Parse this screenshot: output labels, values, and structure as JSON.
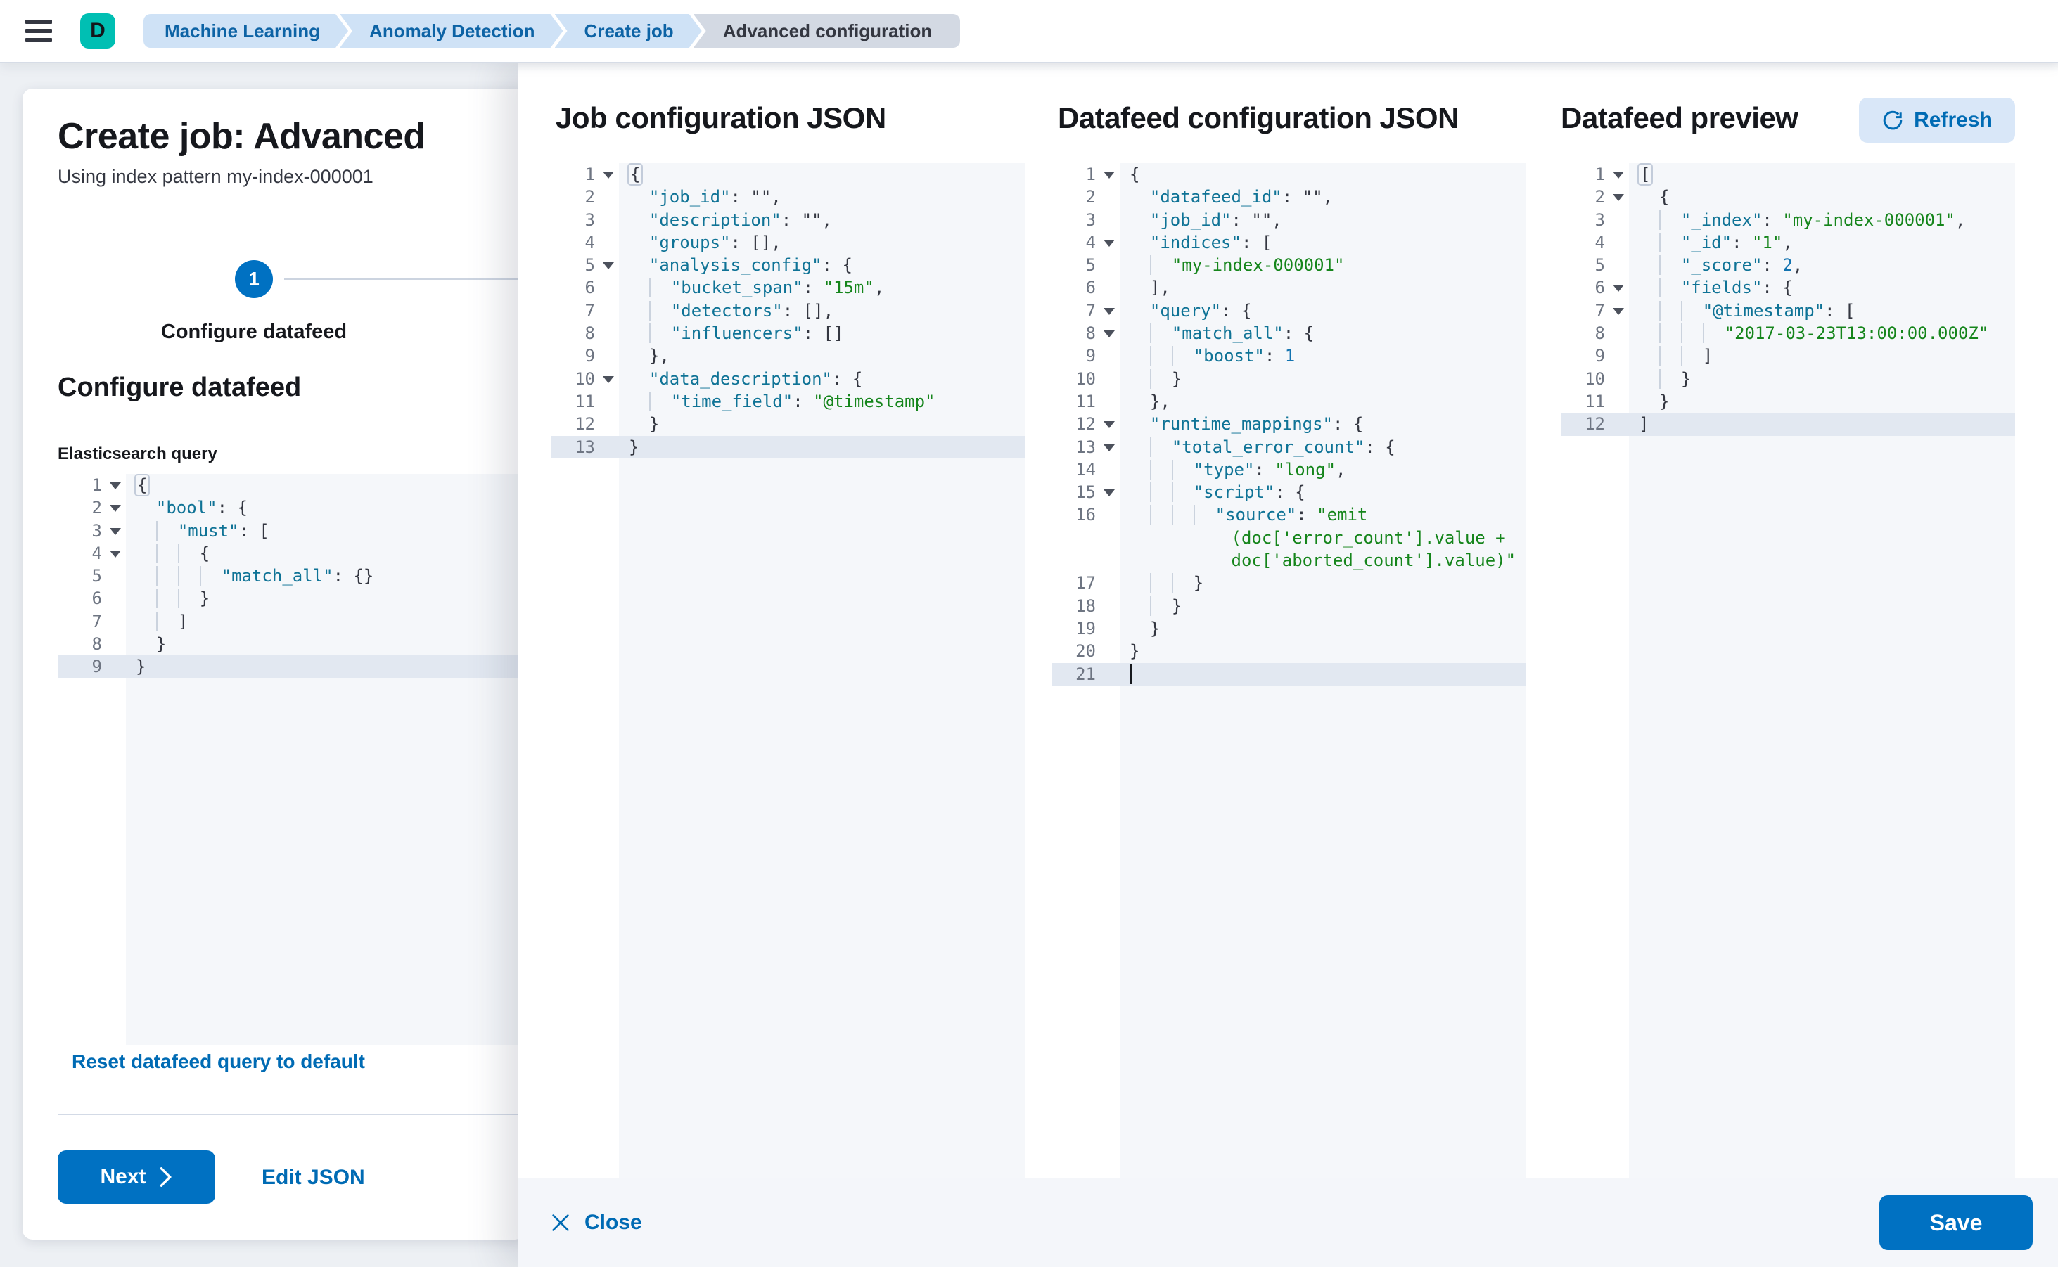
{
  "header": {
    "space_initial": "D",
    "breadcrumbs": [
      {
        "label": "Machine Learning",
        "style": "primary"
      },
      {
        "label": "Anomaly Detection",
        "style": "primary"
      },
      {
        "label": "Create job",
        "style": "primary"
      },
      {
        "label": "Advanced configuration",
        "style": "current"
      }
    ]
  },
  "wizard": {
    "title": "Create job: Advanced",
    "subtitle": "Using index pattern my-index-000001",
    "step_number": "1",
    "step_label": "Configure datafeed",
    "section_title": "Configure datafeed",
    "query_editor_label": "Elasticsearch query",
    "reset_link": "Reset datafeed query to default",
    "next_button": "Next",
    "edit_json_button": "Edit JSON"
  },
  "flyout": {
    "job_title": "Job configuration JSON",
    "datafeed_title": "Datafeed configuration JSON",
    "preview_title": "Datafeed preview",
    "refresh_button": "Refresh",
    "close_button": "Close",
    "save_button": "Save"
  },
  "colors": {
    "primary_button": "#0071c2",
    "link": "#006bb4",
    "space_badge": "#00bfb3",
    "breadcrumb_bg": "#cfe2f6",
    "breadcrumb_text": "#0d63a5",
    "breadcrumb_current_bg": "#d3d9e3",
    "editor_background": "#f5f7fa",
    "active_line": "#e2e8f1",
    "syntax_key": "#0f7396",
    "syntax_string": "#15851b",
    "syntax_number": "#1273b0",
    "syntax_punctuation": "#343741"
  },
  "editors": {
    "query": {
      "lines": [
        {
          "n": "1",
          "fold": 1,
          "seg": [
            [
              "b",
              "{"
            ]
          ]
        },
        {
          "n": "2",
          "fold": 1,
          "i": 2,
          "seg": [
            [
              "k",
              "\"bool\""
            ],
            [
              "p",
              ": {"
            ]
          ]
        },
        {
          "n": "3",
          "fold": 1,
          "i": 4,
          "seg": [
            [
              "k",
              "\"must\""
            ],
            [
              "p",
              ": ["
            ]
          ]
        },
        {
          "n": "4",
          "fold": 1,
          "i": 6,
          "seg": [
            [
              "p",
              "{"
            ]
          ]
        },
        {
          "n": "5",
          "i": 8,
          "seg": [
            [
              "k",
              "\"match_all\""
            ],
            [
              "p",
              ": {}"
            ]
          ]
        },
        {
          "n": "6",
          "i": 6,
          "seg": [
            [
              "p",
              "}"
            ]
          ]
        },
        {
          "n": "7",
          "i": 4,
          "seg": [
            [
              "p",
              "]"
            ]
          ]
        },
        {
          "n": "8",
          "i": 2,
          "seg": [
            [
              "p",
              "}"
            ]
          ]
        },
        {
          "n": "9",
          "active": 1,
          "seg": [
            [
              "p",
              "}"
            ]
          ]
        }
      ]
    },
    "job": {
      "lines": [
        {
          "n": "1",
          "fold": 1,
          "seg": [
            [
              "b",
              "{"
            ]
          ]
        },
        {
          "n": "2",
          "i": 2,
          "seg": [
            [
              "k",
              "\"job_id\""
            ],
            [
              "p",
              ": \"\","
            ]
          ]
        },
        {
          "n": "3",
          "i": 2,
          "seg": [
            [
              "k",
              "\"description\""
            ],
            [
              "p",
              ": \"\","
            ]
          ]
        },
        {
          "n": "4",
          "i": 2,
          "seg": [
            [
              "k",
              "\"groups\""
            ],
            [
              "p",
              ": [],"
            ]
          ]
        },
        {
          "n": "5",
          "fold": 1,
          "i": 2,
          "seg": [
            [
              "k",
              "\"analysis_config\""
            ],
            [
              "p",
              ": {"
            ]
          ]
        },
        {
          "n": "6",
          "i": 4,
          "seg": [
            [
              "k",
              "\"bucket_span\""
            ],
            [
              "p",
              ": "
            ],
            [
              "s",
              "\"15m\""
            ],
            [
              "p",
              ","
            ]
          ]
        },
        {
          "n": "7",
          "i": 4,
          "seg": [
            [
              "k",
              "\"detectors\""
            ],
            [
              "p",
              ": [],"
            ]
          ]
        },
        {
          "n": "8",
          "i": 4,
          "seg": [
            [
              "k",
              "\"influencers\""
            ],
            [
              "p",
              ": []"
            ]
          ]
        },
        {
          "n": "9",
          "i": 2,
          "seg": [
            [
              "p",
              "},"
            ]
          ]
        },
        {
          "n": "10",
          "fold": 1,
          "i": 2,
          "seg": [
            [
              "k",
              "\"data_description\""
            ],
            [
              "p",
              ": {"
            ]
          ]
        },
        {
          "n": "11",
          "i": 4,
          "seg": [
            [
              "k",
              "\"time_field\""
            ],
            [
              "p",
              ": "
            ],
            [
              "s",
              "\"@timestamp\""
            ]
          ]
        },
        {
          "n": "12",
          "i": 2,
          "seg": [
            [
              "p",
              "}"
            ]
          ]
        },
        {
          "n": "13",
          "active": 1,
          "seg": [
            [
              "p",
              "}"
            ]
          ]
        }
      ]
    },
    "datafeed": {
      "lines": [
        {
          "n": "1",
          "fold": 1,
          "seg": [
            [
              "p",
              "{"
            ]
          ]
        },
        {
          "n": "2",
          "i": 2,
          "seg": [
            [
              "k",
              "\"datafeed_id\""
            ],
            [
              "p",
              ": \"\","
            ]
          ]
        },
        {
          "n": "3",
          "i": 2,
          "seg": [
            [
              "k",
              "\"job_id\""
            ],
            [
              "p",
              ": \"\","
            ]
          ]
        },
        {
          "n": "4",
          "fold": 1,
          "i": 2,
          "seg": [
            [
              "k",
              "\"indices\""
            ],
            [
              "p",
              ": ["
            ]
          ]
        },
        {
          "n": "5",
          "i": 4,
          "seg": [
            [
              "s",
              "\"my-index-000001\""
            ]
          ]
        },
        {
          "n": "6",
          "i": 2,
          "seg": [
            [
              "p",
              "],"
            ]
          ]
        },
        {
          "n": "7",
          "fold": 1,
          "i": 2,
          "seg": [
            [
              "k",
              "\"query\""
            ],
            [
              "p",
              ": {"
            ]
          ]
        },
        {
          "n": "8",
          "fold": 1,
          "i": 4,
          "seg": [
            [
              "k",
              "\"match_all\""
            ],
            [
              "p",
              ": {"
            ]
          ]
        },
        {
          "n": "9",
          "i": 6,
          "seg": [
            [
              "k",
              "\"boost\""
            ],
            [
              "p",
              ": "
            ],
            [
              "n",
              "1"
            ]
          ]
        },
        {
          "n": "10",
          "i": 4,
          "seg": [
            [
              "p",
              "}"
            ]
          ]
        },
        {
          "n": "11",
          "i": 2,
          "seg": [
            [
              "p",
              "},"
            ]
          ]
        },
        {
          "n": "12",
          "fold": 1,
          "i": 2,
          "seg": [
            [
              "k",
              "\"runtime_mappings\""
            ],
            [
              "p",
              ": {"
            ]
          ]
        },
        {
          "n": "13",
          "fold": 1,
          "i": 4,
          "seg": [
            [
              "k",
              "\"total_error_count\""
            ],
            [
              "p",
              ": {"
            ]
          ]
        },
        {
          "n": "14",
          "i": 6,
          "seg": [
            [
              "k",
              "\"type\""
            ],
            [
              "p",
              ": "
            ],
            [
              "s",
              "\"long\""
            ],
            [
              "p",
              ","
            ]
          ]
        },
        {
          "n": "15",
          "fold": 1,
          "i": 6,
          "seg": [
            [
              "k",
              "\"script\""
            ],
            [
              "p",
              ": {"
            ]
          ]
        },
        {
          "n": "16",
          "i": 8,
          "seg": [
            [
              "k",
              "\"source\""
            ],
            [
              "p",
              ": "
            ],
            [
              "s",
              "\"emit"
            ]
          ]
        },
        {
          "n": "",
          "seg": [
            [
              "s",
              "          (doc['error_count'].value +"
            ]
          ]
        },
        {
          "n": "",
          "seg": [
            [
              "s",
              "          doc['aborted_count'].value)\""
            ]
          ]
        },
        {
          "n": "17",
          "i": 6,
          "seg": [
            [
              "p",
              "}"
            ]
          ]
        },
        {
          "n": "18",
          "i": 4,
          "seg": [
            [
              "p",
              "}"
            ]
          ]
        },
        {
          "n": "19",
          "i": 2,
          "seg": [
            [
              "p",
              "}"
            ]
          ]
        },
        {
          "n": "20",
          "seg": [
            [
              "p",
              "}"
            ]
          ]
        },
        {
          "n": "21",
          "active": 1,
          "cursor": 1,
          "seg": []
        }
      ]
    },
    "preview": {
      "lines": [
        {
          "n": "1",
          "fold": 1,
          "seg": [
            [
              "b",
              "["
            ]
          ]
        },
        {
          "n": "2",
          "fold": 1,
          "i": 2,
          "seg": [
            [
              "p",
              "{"
            ]
          ]
        },
        {
          "n": "3",
          "i": 4,
          "seg": [
            [
              "k",
              "\"_index\""
            ],
            [
              "p",
              ": "
            ],
            [
              "s",
              "\"my-index-000001\""
            ],
            [
              "p",
              ","
            ]
          ]
        },
        {
          "n": "4",
          "i": 4,
          "seg": [
            [
              "k",
              "\"_id\""
            ],
            [
              "p",
              ": "
            ],
            [
              "s",
              "\"1\""
            ],
            [
              "p",
              ","
            ]
          ]
        },
        {
          "n": "5",
          "i": 4,
          "seg": [
            [
              "k",
              "\"_score\""
            ],
            [
              "p",
              ": "
            ],
            [
              "n",
              "2"
            ],
            [
              "p",
              ","
            ]
          ]
        },
        {
          "n": "6",
          "fold": 1,
          "i": 4,
          "seg": [
            [
              "k",
              "\"fields\""
            ],
            [
              "p",
              ": {"
            ]
          ]
        },
        {
          "n": "7",
          "fold": 1,
          "i": 6,
          "seg": [
            [
              "k",
              "\"@timestamp\""
            ],
            [
              "p",
              ": ["
            ]
          ]
        },
        {
          "n": "8",
          "i": 8,
          "seg": [
            [
              "s",
              "\"2017-03-23T13:00:00.000Z\""
            ]
          ]
        },
        {
          "n": "9",
          "i": 6,
          "seg": [
            [
              "p",
              "]"
            ]
          ]
        },
        {
          "n": "10",
          "i": 4,
          "seg": [
            [
              "p",
              "}"
            ]
          ]
        },
        {
          "n": "11",
          "i": 2,
          "seg": [
            [
              "p",
              "}"
            ]
          ]
        },
        {
          "n": "12",
          "active": 1,
          "seg": [
            [
              "p",
              "]"
            ]
          ]
        }
      ]
    }
  }
}
